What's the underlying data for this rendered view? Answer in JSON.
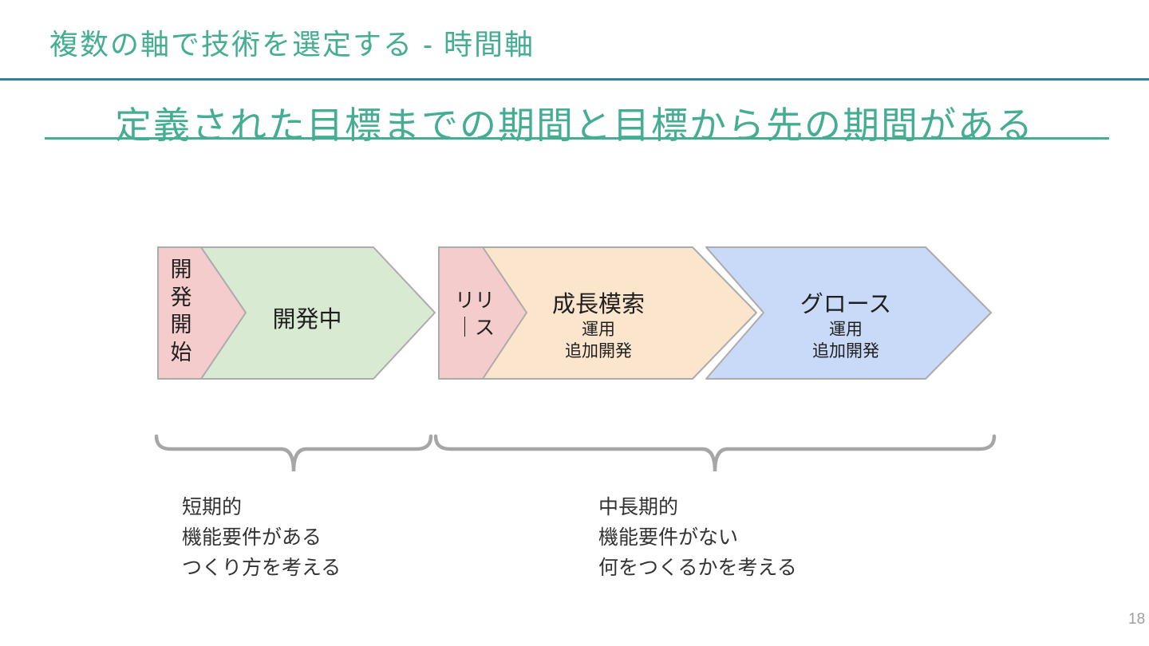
{
  "header": {
    "title": "複数の軸で技術を選定する - 時間軸"
  },
  "heading": {
    "text": "定義された目標までの期間と目標から先の期間がある"
  },
  "page_number": "18",
  "colors": {
    "accent_teal": "#44ad92",
    "header_rule_blue": "#3380a6",
    "shape_border": "#ababab",
    "brace_gray": "#a6a6a6",
    "stage_pink": "#f4cccc",
    "stage_green": "#d9ead3",
    "stage_orange": "#fce5cd",
    "stage_blue": "#c9daf8"
  },
  "stages": [
    {
      "name": "development-start",
      "chars": [
        "開",
        "発",
        "開",
        "始"
      ],
      "fill": "#f4cccc"
    },
    {
      "name": "in-development",
      "title": "開発中",
      "fill": "#d9ead3"
    },
    {
      "name": "release",
      "lines": [
        "リリ",
        "｜ス"
      ],
      "fill": "#f4cccc"
    },
    {
      "name": "growth-exploration",
      "title": "成長模索",
      "subs": [
        "運用",
        "追加開発"
      ],
      "fill": "#fce5cd"
    },
    {
      "name": "growth",
      "title": "グロース",
      "subs": [
        "運用",
        "追加開発"
      ],
      "fill": "#c9daf8"
    }
  ],
  "notes": [
    {
      "name": "short-term",
      "lines": [
        "短期的",
        "機能要件がある",
        "つくり方を考える"
      ]
    },
    {
      "name": "mid-long-term",
      "lines": [
        "中長期的",
        "機能要件がない",
        "何をつくるかを考える"
      ]
    }
  ]
}
